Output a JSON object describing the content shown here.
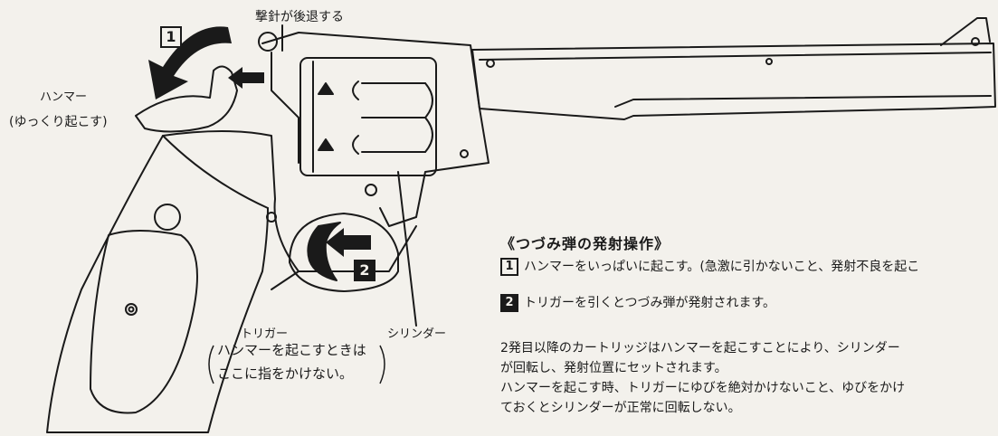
{
  "callouts": {
    "firing_pin": "撃針が後退する",
    "hammer": "ハンマー",
    "hammer_sub": "(ゆっくり起こす)",
    "trigger": "トリガー",
    "cylinder": "シリンダー",
    "trigger_note_line1": "ハンマーを起こすときは",
    "trigger_note_line2": "ここに指をかけない。"
  },
  "badges": {
    "step1": "1",
    "step2": "2"
  },
  "instructions": {
    "heading": "《つづみ弾の発射操作》",
    "steps": [
      {
        "num": "1",
        "text": "ハンマーをいっぱいに起こす。(急激に引かないこと、発射不良を起こ"
      },
      {
        "num": "2",
        "text": "トリガーを引くとつづみ弾が発射されます。"
      }
    ],
    "notes": [
      "2発目以降のカートリッジはハンマーを起こすことにより、シリンダー",
      "が回転し、発射位置にセットされます。",
      "ハンマーを起こす時、トリガーにゆびを絶対かけないこと、ゆびをかけ",
      "ておくとシリンダーが正常に回転しない。"
    ]
  },
  "colors": {
    "ink": "#1a1a1a",
    "paper": "#f3f1ec"
  }
}
